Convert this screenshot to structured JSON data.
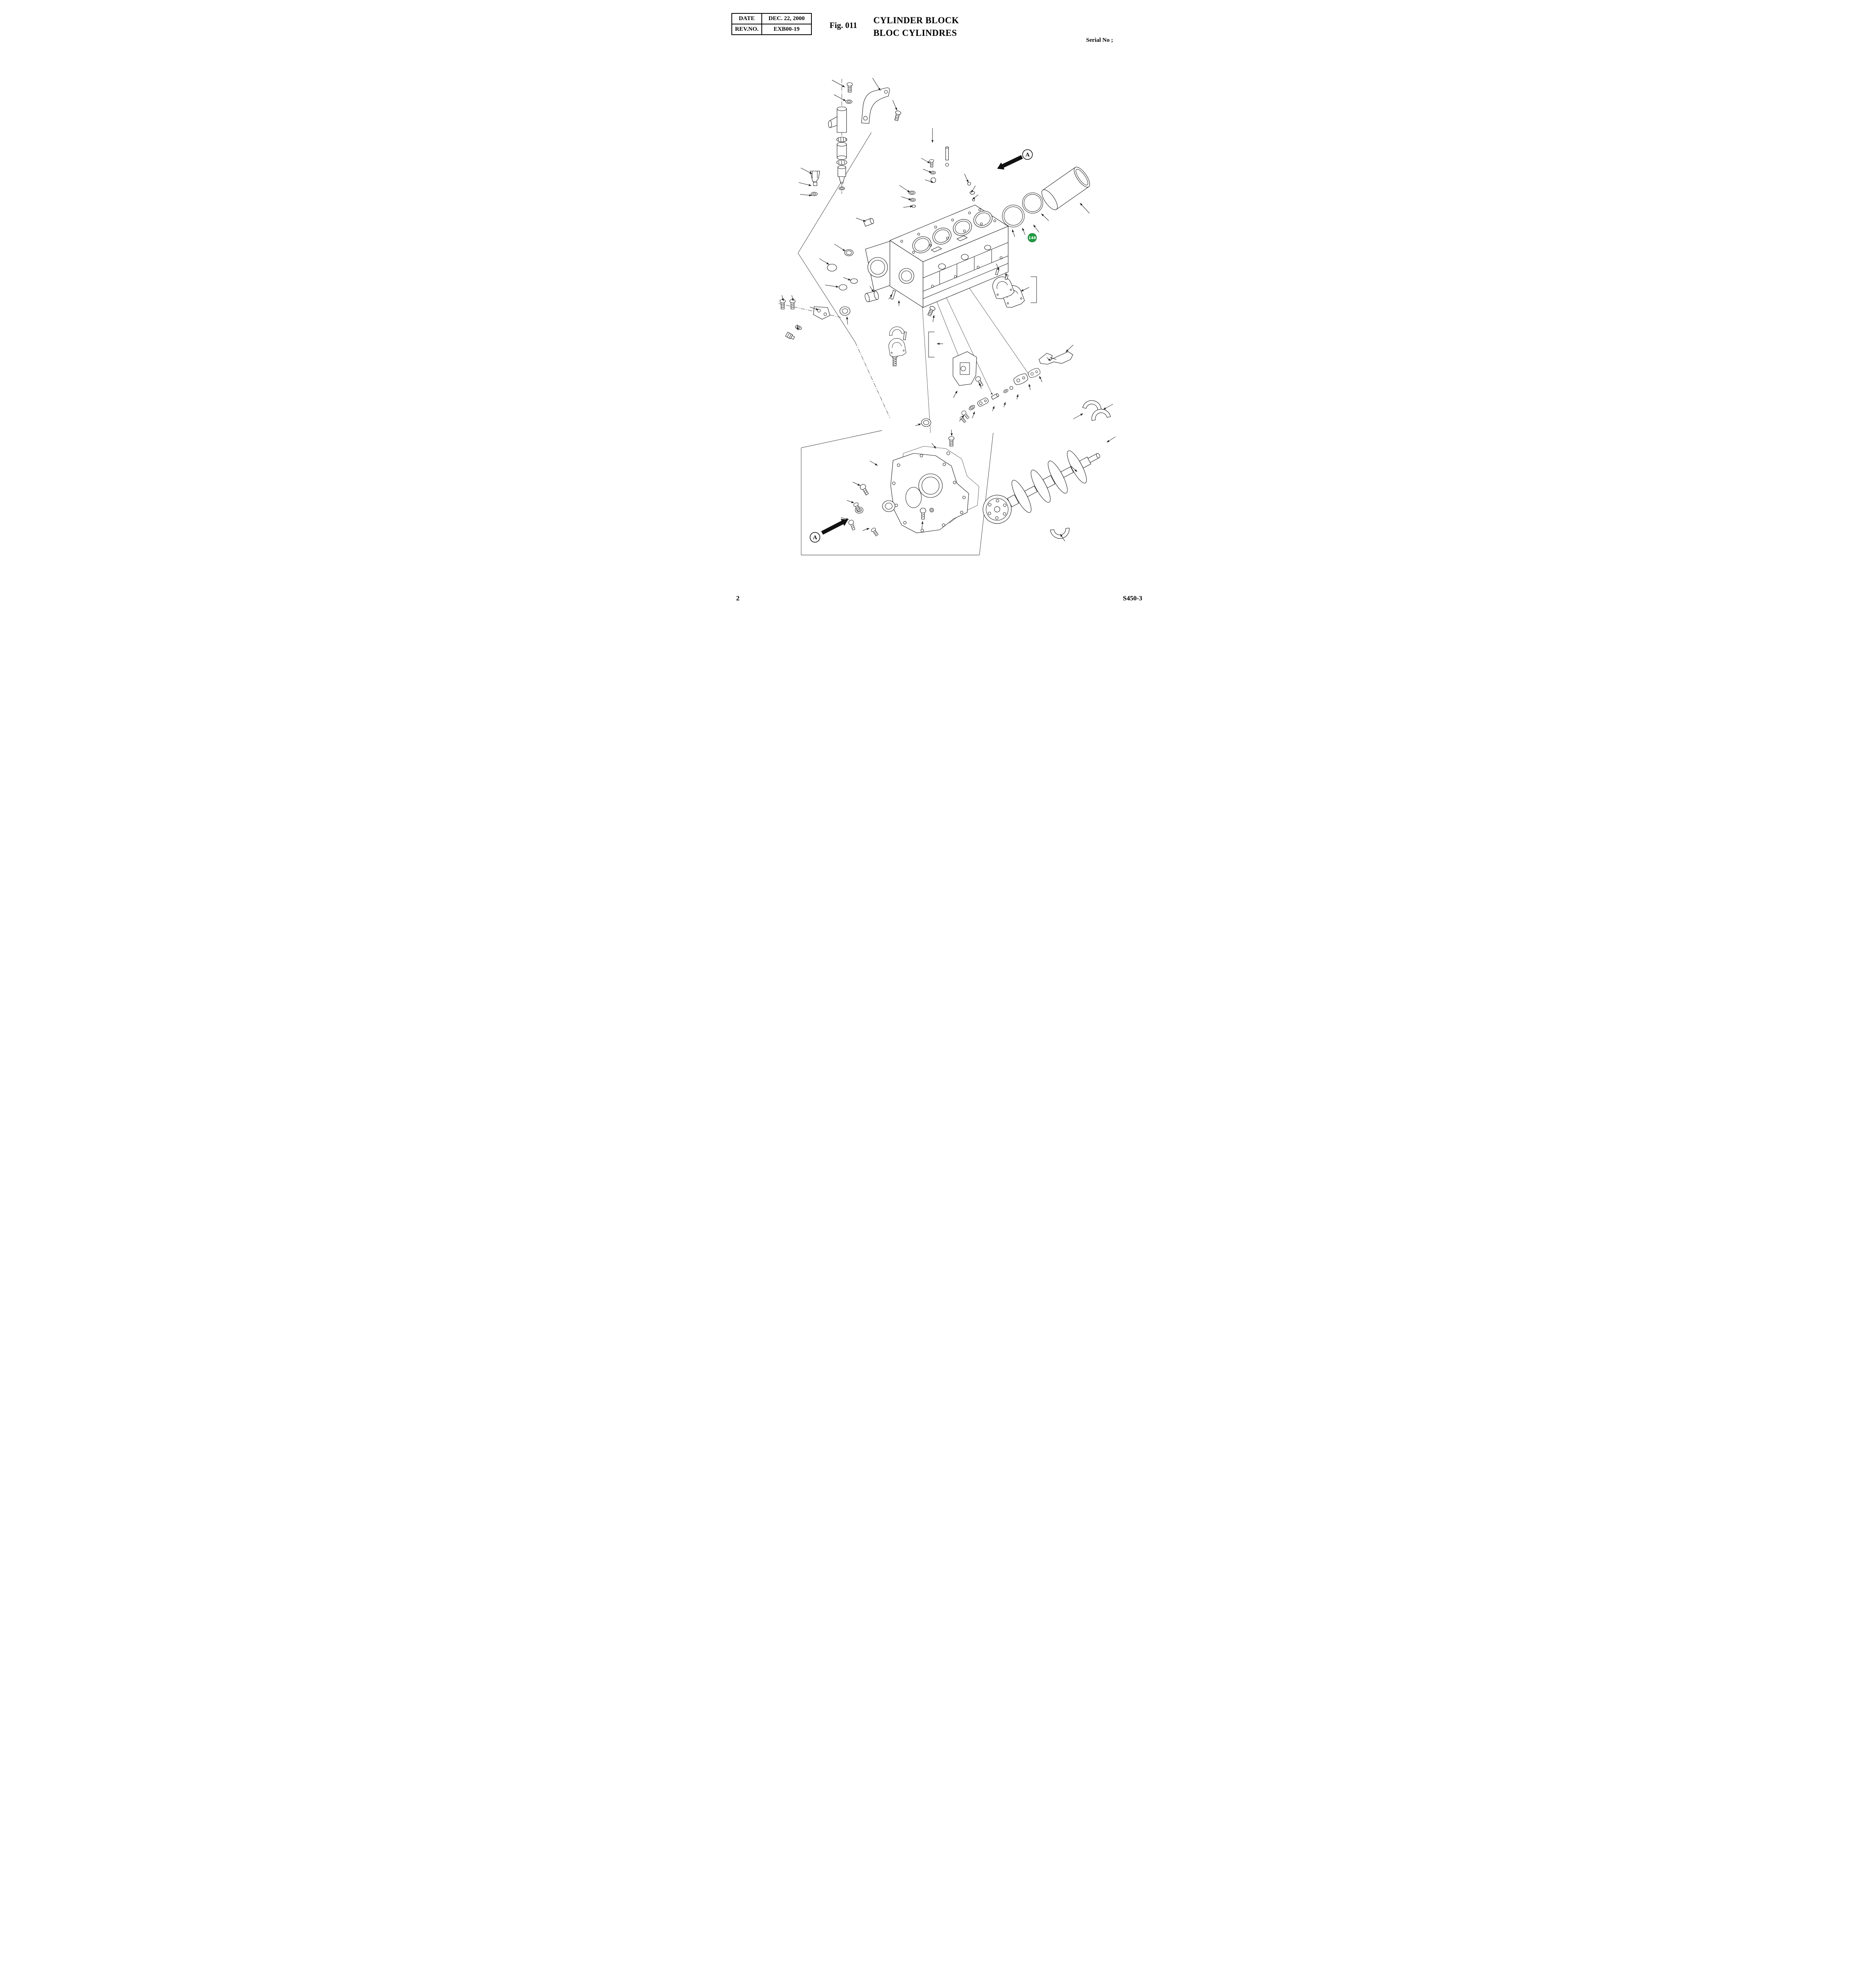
{
  "header": {
    "revision_table": {
      "rows": [
        {
          "label": "DATE",
          "value": "DEC. 22, 2000"
        },
        {
          "label": "REV.NO.",
          "value": "EXB00-19"
        }
      ]
    },
    "figure_number": "Fig. 011",
    "title_line1": "CYLINDER BLOCK",
    "title_line2": "BLOC CYLINDRES",
    "serial_label": "Serial No ;"
  },
  "diagram": {
    "view_a_top": "A",
    "view_a_bottom": "A",
    "callout": {
      "number": "146",
      "fill": "#1e9c40"
    }
  },
  "footer": {
    "page_number": "2",
    "document_code": "S450-3"
  }
}
